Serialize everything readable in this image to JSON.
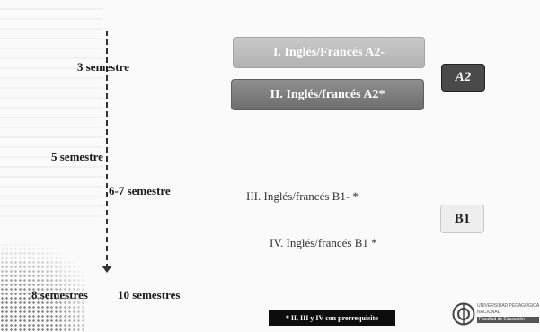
{
  "timeline": {
    "s3": "3 semestre",
    "s5": "5 semestre",
    "s67": "6-7 semestre",
    "s8": "8 semestres",
    "s10": "10 semestres"
  },
  "levels": {
    "l1": "I. Inglés/Francés A2-",
    "l2": "II. Inglés/francés A2*",
    "l3": "III. Inglés/francés B1- *",
    "l4": "IV. Inglés/francés B1 *"
  },
  "badges": {
    "a2": "A2",
    "b1": "B1"
  },
  "note": "* II, III y IV con prerrequisito",
  "logo": {
    "line1": "UNIVERSIDAD PEDAGÓGICA",
    "line2": "NACIONAL",
    "line3": "Facultad de Educación"
  },
  "colors": {
    "box_light": "#bdbdbd",
    "box_dark": "#7a7a7a",
    "badge_dark": "#4a4a4a",
    "badge_light": "#eeeeee"
  }
}
